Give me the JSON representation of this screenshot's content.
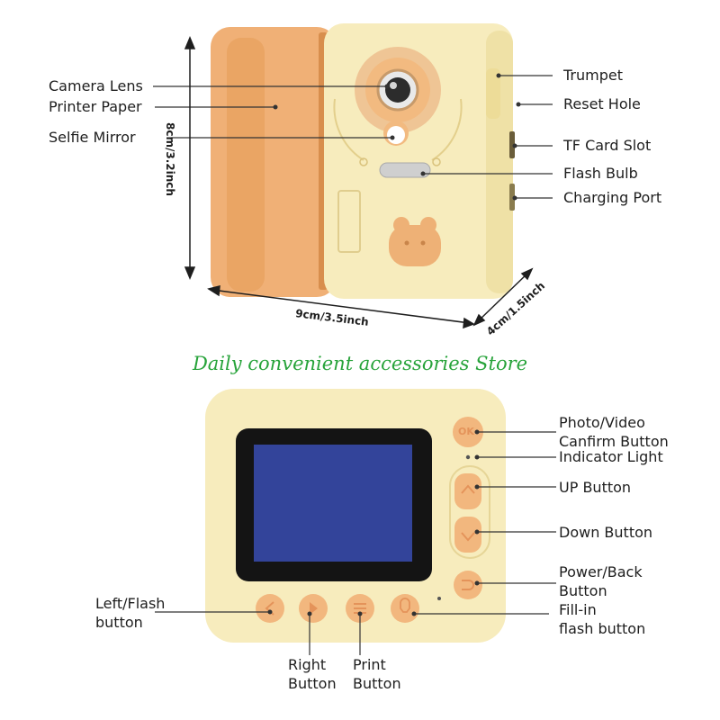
{
  "top_view": {
    "left_labels": {
      "camera_lens": "Camera Lens",
      "printer_paper": "Printer Paper",
      "selfie_mirror": "Selfie Mirror"
    },
    "right_labels": {
      "trumpet": "Trumpet",
      "reset_hole": "Reset Hole",
      "tf_card_slot": "TF Card Slot",
      "flash_bulb": "Flash Bulb",
      "charging_port": "Charging Port"
    },
    "dimensions": {
      "height": "8cm/3.2inch",
      "width": "9cm/3.5inch",
      "depth": "4cm/1.5inch"
    }
  },
  "store_name": "Daily convenient accessories Store",
  "back_view": {
    "ok_button_text": "OK",
    "right_labels": {
      "photo_video": "Photo/Video",
      "confirm": "Canfirm Button",
      "indicator": "Indicator Light",
      "up": "UP Button",
      "down": "Down Button",
      "power_1": "Power/Back",
      "power_2": "Button",
      "fill_1": "Fill-in",
      "fill_2": "flash button"
    },
    "left_labels": {
      "left_flash_1": "Left/Flash",
      "left_flash_2": "button"
    },
    "bottom_labels": {
      "right_1": "Right",
      "right_2": "Button",
      "print_1": "Print",
      "print_2": "Button"
    }
  },
  "colors": {
    "body": "#f7edbe",
    "orange": "#f2b77e",
    "orange_dark": "#e29a58",
    "screen": "#33449a",
    "store_text": "#27a33a"
  }
}
